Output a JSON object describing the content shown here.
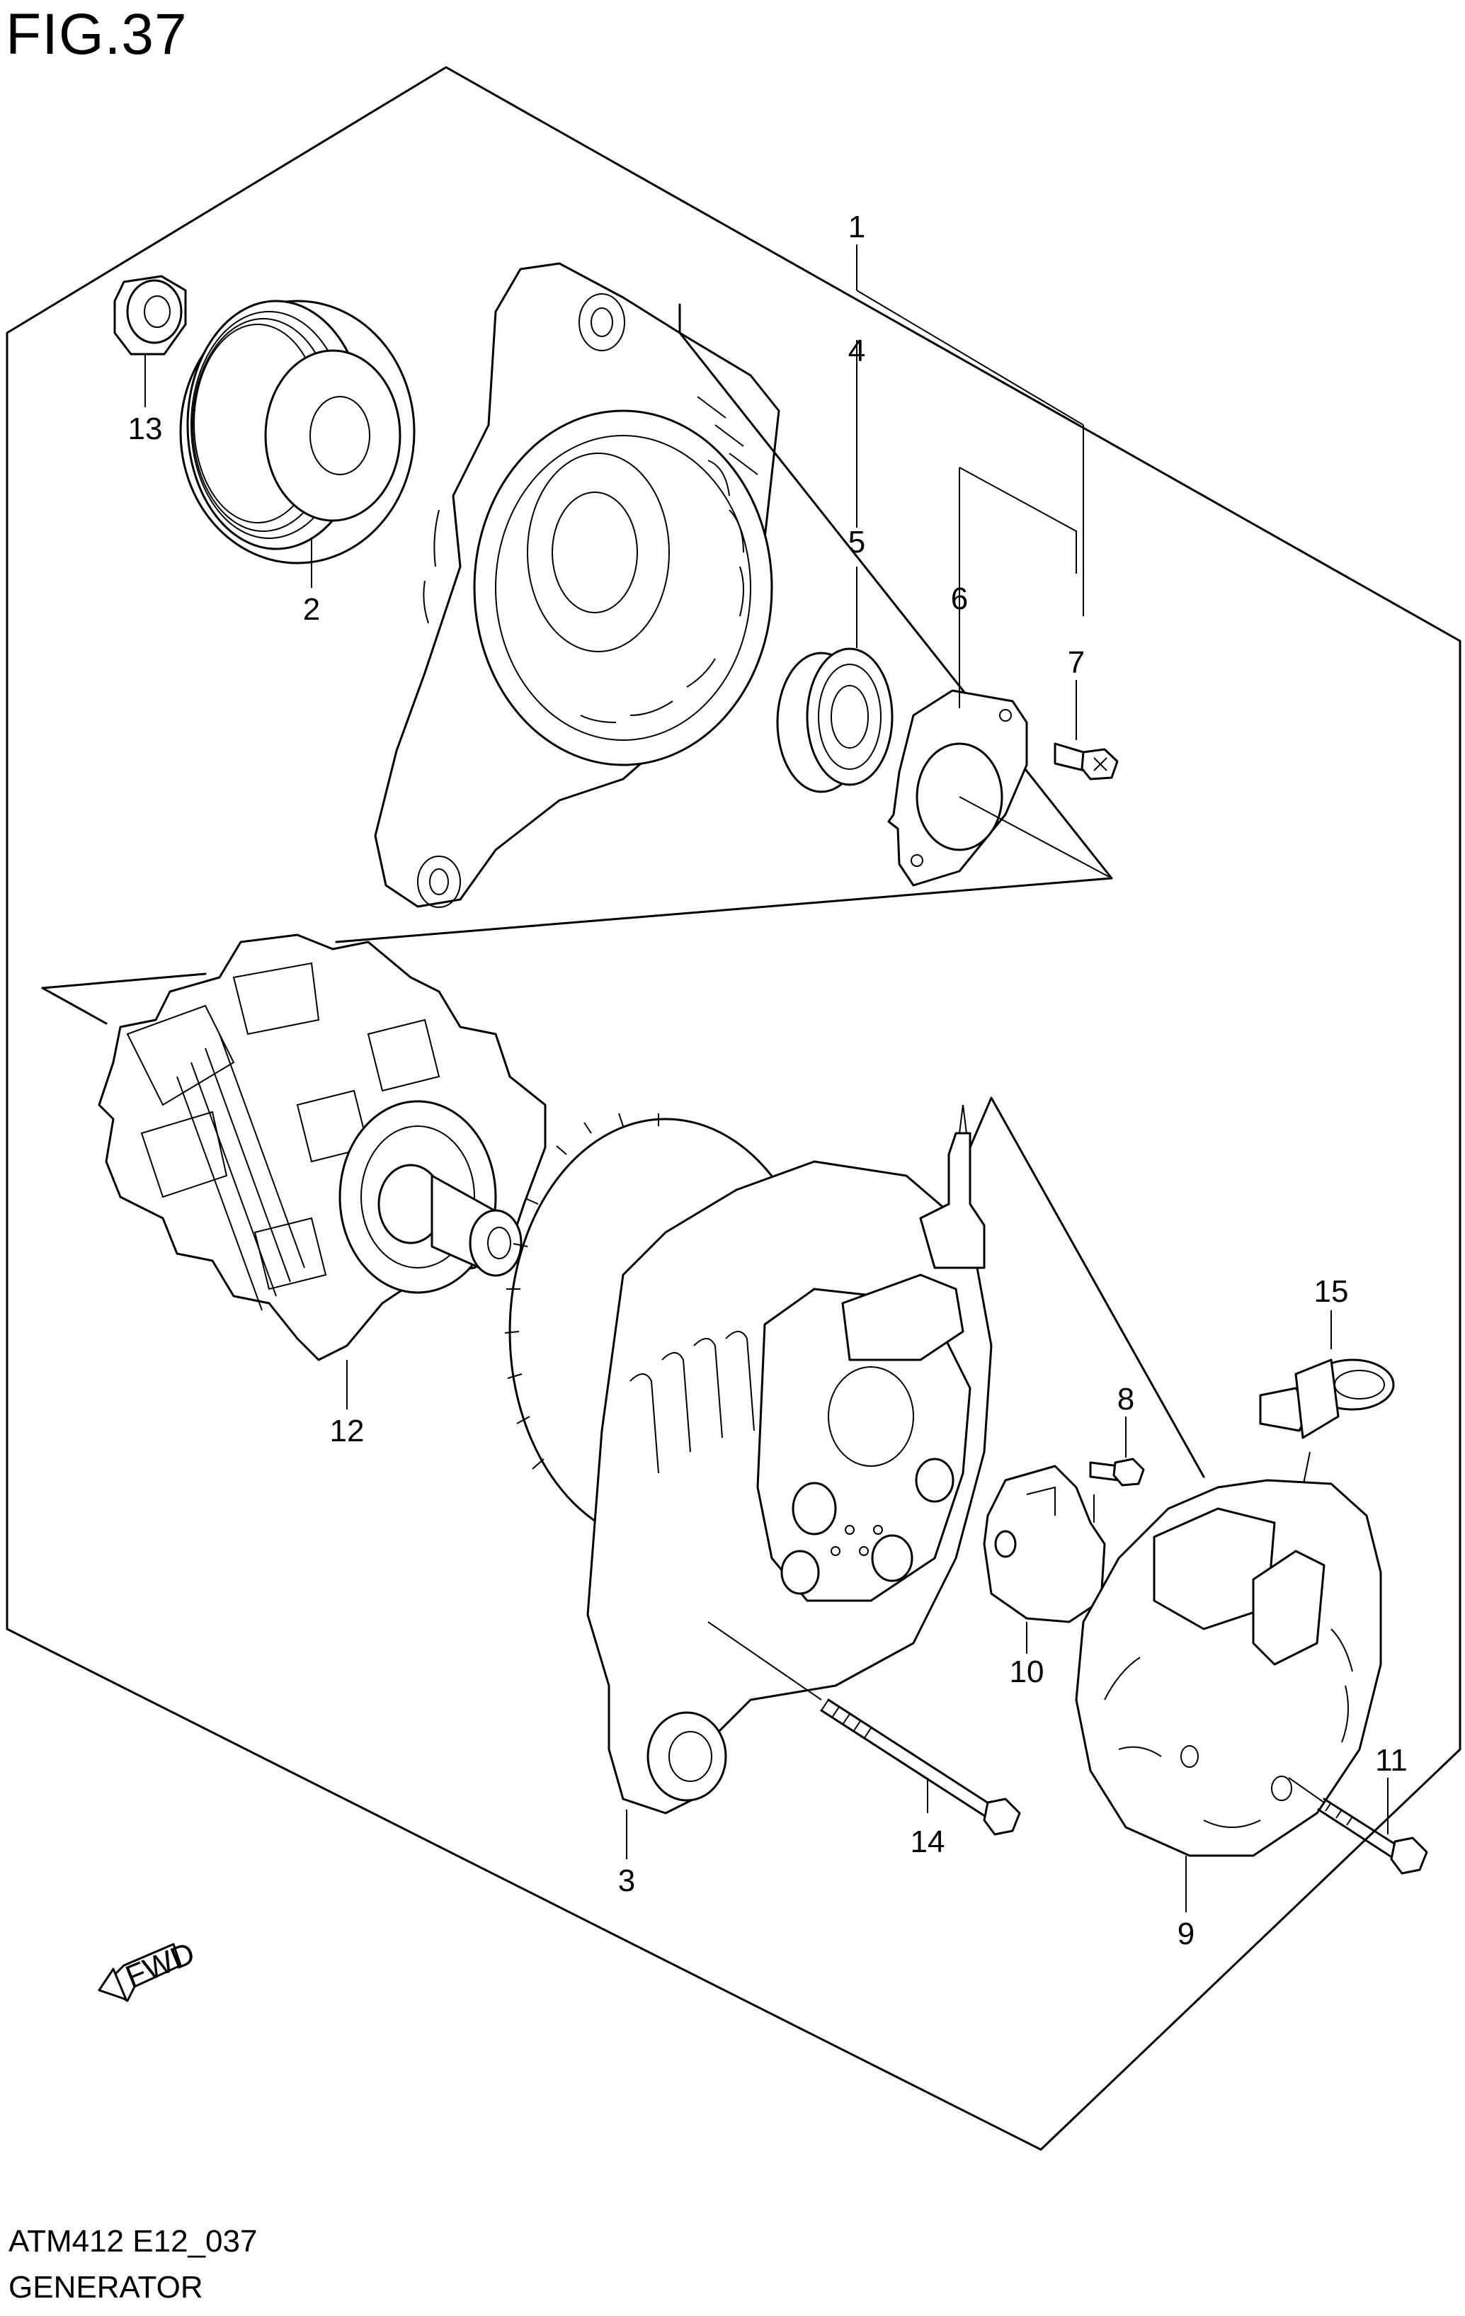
{
  "figure": {
    "title": "FIG.37",
    "code": "ATM412 E12_037",
    "name": "GENERATOR"
  },
  "parts": [
    {
      "number": "1"
    },
    {
      "number": "2"
    },
    {
      "number": "3"
    },
    {
      "number": "4"
    },
    {
      "number": "5"
    },
    {
      "number": "6"
    },
    {
      "number": "7"
    },
    {
      "number": "8"
    },
    {
      "number": "9"
    },
    {
      "number": "10"
    },
    {
      "number": "11"
    },
    {
      "number": "12"
    },
    {
      "number": "13"
    },
    {
      "number": "14"
    },
    {
      "number": "15"
    }
  ],
  "direction_label": "FWD"
}
